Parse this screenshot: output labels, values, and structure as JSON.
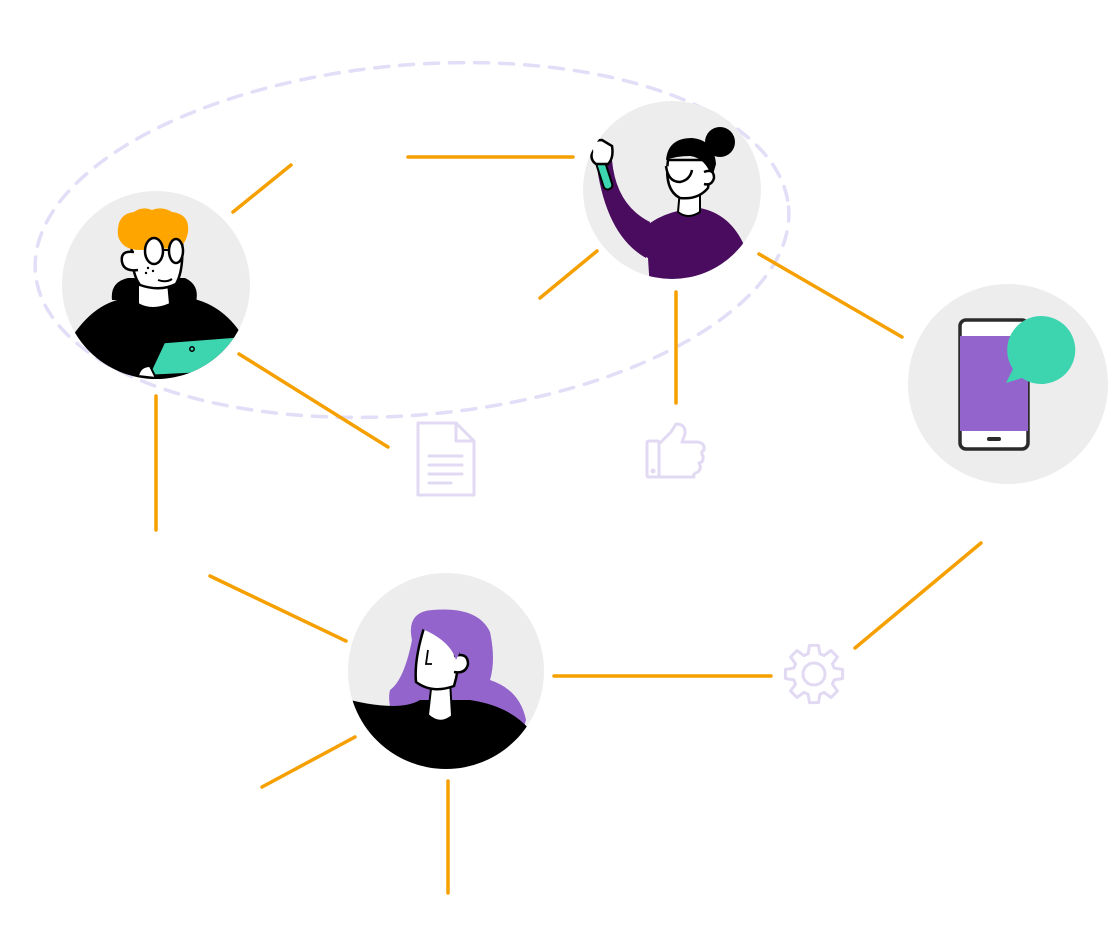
{
  "colors": {
    "connector": "#F6A000",
    "orbit": "#E3DEF7",
    "node_background": "#EDEDED",
    "outline_icon": "#E2D9F3",
    "skin": "#FFFFFF",
    "ink": "#000000",
    "orange_hair": "#FFA500",
    "teal": "#3DD4B0",
    "dark_purple": "#4A0C5F",
    "light_purple": "#9365CC",
    "phone_frame": "#2B2B2B"
  },
  "nodes": [
    {
      "id": "person-glasses-tablet",
      "icon": "person-with-glasses-and-tablet"
    },
    {
      "id": "person-scientist",
      "icon": "scientist-holding-test-tube"
    },
    {
      "id": "phone-message",
      "icon": "smartphone-with-chat-bubble"
    },
    {
      "id": "person-purple-hair",
      "icon": "person-with-purple-hair"
    }
  ],
  "decorations": [
    {
      "id": "document",
      "icon": "document-icon"
    },
    {
      "id": "thumbs-up",
      "icon": "thumbs-up-icon"
    },
    {
      "id": "settings",
      "icon": "gear-icon"
    }
  ]
}
